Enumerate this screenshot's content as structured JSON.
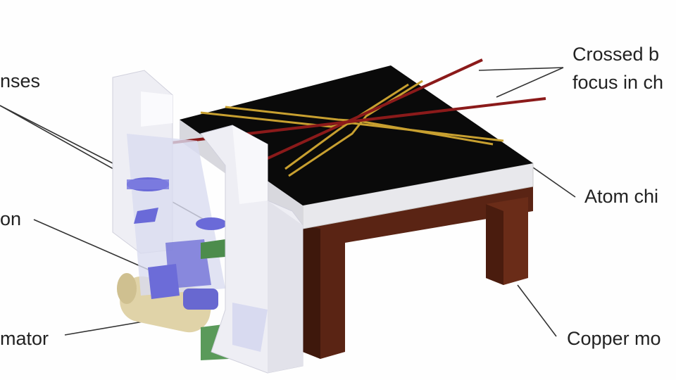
{
  "labels": {
    "lenses": "nses",
    "left_middle": "on",
    "collimator": "mator",
    "crossed_beams_line1": "Crossed b",
    "crossed_beams_line2": "focus in ch",
    "atom_chip": "Atom chi",
    "copper_mount": "Copper mo"
  },
  "colors": {
    "chip_surface": "#0a0a0a",
    "gold_wires": "#c8a030",
    "laser_beams": "#8b1a1a",
    "copper": "#5a2414",
    "lenses": "#6a6ad8",
    "holders": "#eeeef4",
    "collimator": "#e0d3a8",
    "mirrors": "#5a9a5a"
  }
}
